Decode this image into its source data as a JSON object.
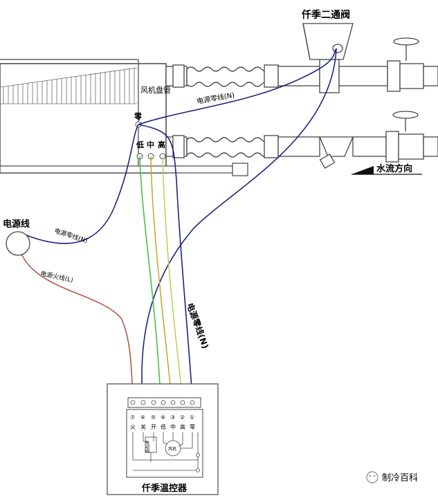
{
  "labels": {
    "valve_title": "仟季二通阀",
    "coil_title": "风机盘管",
    "neutral_top": "电源零线(N)",
    "power_line": "电源线",
    "neutral_left": "电源零线(N)",
    "live_line": "电源火线(L)",
    "neutral_mid": "电源零线(N)",
    "water_flow": "水流方向",
    "terminal_zero": "零",
    "terminal_low": "低",
    "terminal_mid": "中",
    "terminal_high": "高",
    "controller_title": "仟季温控器",
    "valve_box": "电动阀",
    "fan_box": "风机",
    "watermark": "制冷百科"
  },
  "terminal_numbers": [
    "⑦",
    "⑥",
    "⑤",
    "④",
    "③",
    "②",
    "①"
  ],
  "terminal_names": [
    "火",
    "关",
    "开",
    "低",
    "中",
    "高",
    "零"
  ],
  "wire_colors": {
    "live": "#b05a4a",
    "neutral": "#1a237e",
    "low": "#48c048",
    "mid": "#c8a838",
    "high": "#c0d060"
  }
}
